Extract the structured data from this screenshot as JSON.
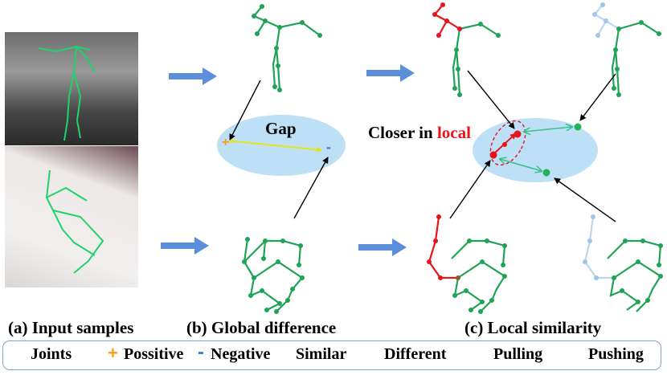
{
  "captions": {
    "input": "(a) Input samples",
    "global": "(b) Global difference",
    "local": "(c) Local similarity"
  },
  "labels": {
    "gap": "Gap",
    "closer_prefix": "Closer in ",
    "closer_highlight": "local",
    "plus": "+",
    "minus": "-"
  },
  "legend": {
    "joints": "Joints",
    "positive": "Possitive",
    "negative": "Negative",
    "similar": "Similar",
    "different": "Different",
    "pulling": "Pulling",
    "pushing": "Pushing"
  },
  "colors": {
    "skeleton": "#1fa356",
    "similar": "#e8141c",
    "different": "#21b35b",
    "ellipse": "#bde0f6",
    "flow_arrow": "#5b8fdc",
    "gap_line": "#e3e61a",
    "positive": "#f4a11a",
    "negative": "#3b7fd0",
    "joints": "#5ba5dc",
    "faded": "#bcd6ee",
    "pushing": "#3cc08a"
  }
}
